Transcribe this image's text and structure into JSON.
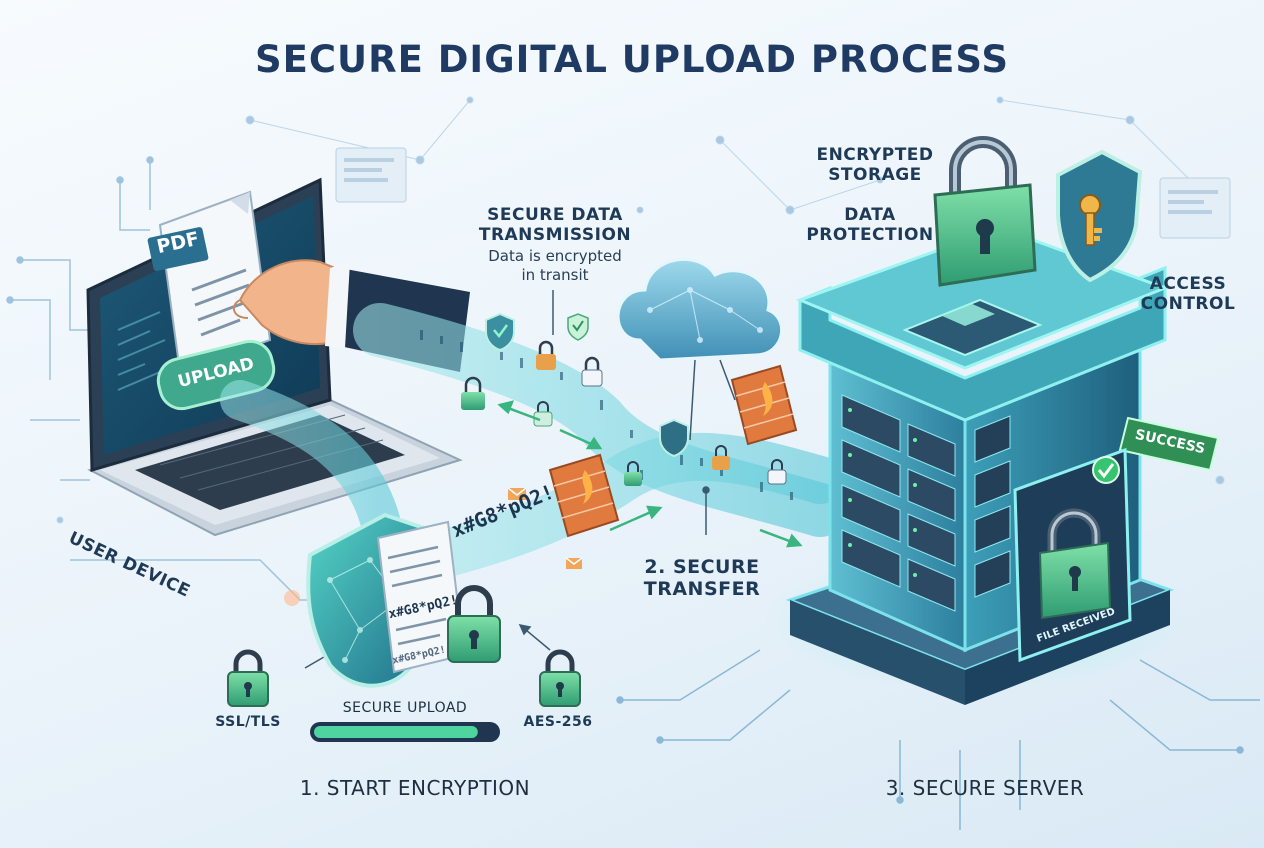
{
  "title": "SECURE DIGITAL UPLOAD PROCESS",
  "labels": {
    "user_device": "USER DEVICE",
    "pdf": "PDF",
    "upload_button": "UPLOAD",
    "secure_data_transmission_line1": "SECURE DATA",
    "secure_data_transmission_line2": "TRANSMISSION",
    "transmission_note_line1": "Data is encrypted",
    "transmission_note_line2": "in transit",
    "encrypted_storage_line1": "ENCRYPTED",
    "encrypted_storage_line2": "STORAGE",
    "data_protection_line1": "DATA",
    "data_protection_line2": "PROTECTION",
    "access_control_line1": "ACCESS",
    "access_control_line2": "CONTROL",
    "success_badge": "SUCCESS",
    "file_received": "FILE RECEIVED",
    "ssl_tls": "SSL/TLS",
    "aes_256": "AES-256",
    "secure_upload": "SECURE UPLOAD",
    "step1": "1. START ENCRYPTION",
    "step2_line1": "2. SECURE",
    "step2_line2": "TRANSFER",
    "step3": "3. SECURE SERVER",
    "cipher_stream": "x#G8*pQ2!",
    "cipher_doc_line1": "x#G8*pQ2!",
    "cipher_doc_line2": "x#G8*pQ2!"
  },
  "upload_progress": 0.9,
  "colors": {
    "title": "#1f3b63",
    "accent_teal": "#3fd0c0",
    "accent_green": "#47d98a",
    "navy": "#1f3a57",
    "lock_green": "#5fc98e",
    "firewall": "#e8743b"
  }
}
